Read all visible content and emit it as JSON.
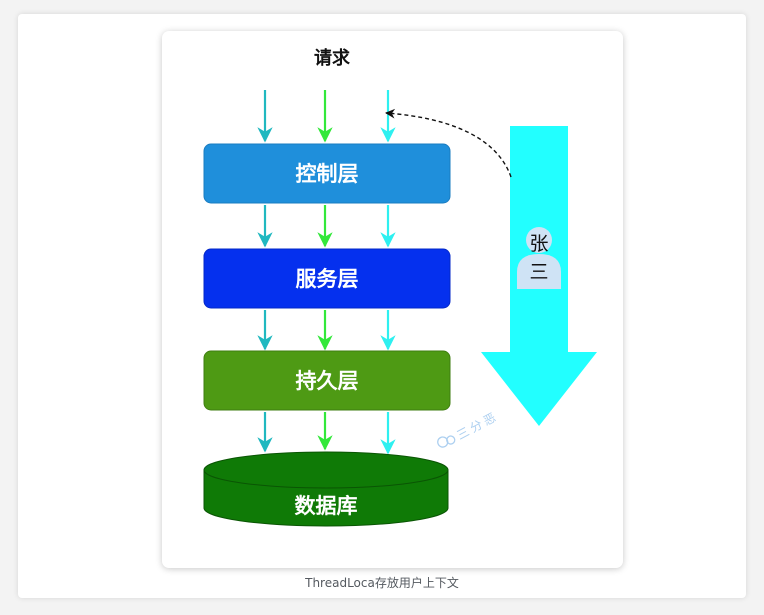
{
  "diagram": {
    "request_label": "请求",
    "layers": [
      {
        "label": "控制层",
        "color": "#1f8fdb"
      },
      {
        "label": "服务层",
        "color": "#0530ee"
      },
      {
        "label": "持久层",
        "color": "#4e9a14"
      }
    ],
    "database": {
      "label": "数据库",
      "color": "#0f7a06"
    },
    "flow_arrow_color": "#22ffff",
    "user": {
      "line1": "张",
      "line2": "三"
    },
    "watermark": "三分恶"
  },
  "caption": "ThreadLoca存放用户上下文"
}
